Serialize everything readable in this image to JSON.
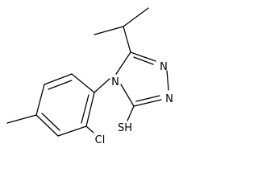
{
  "atoms": {
    "n4": "N",
    "n1": "N",
    "n2": "N",
    "cl": "Cl",
    "sh": "SH"
  },
  "colors": {
    "ink": "#000000",
    "background": "#ffffff"
  }
}
